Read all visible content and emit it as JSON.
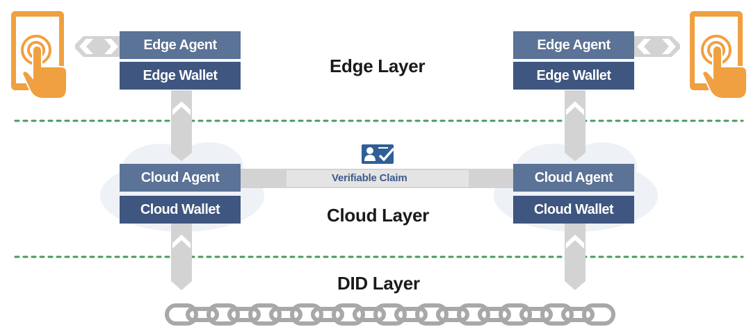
{
  "layers": {
    "edge": "Edge Layer",
    "cloud": "Cloud Layer",
    "did": "DID Layer"
  },
  "left_stack": {
    "edge_agent": "Edge Agent",
    "edge_wallet": "Edge Wallet",
    "cloud_agent": "Cloud Agent",
    "cloud_wallet": "Cloud Wallet"
  },
  "right_stack": {
    "edge_agent": "Edge Agent",
    "edge_wallet": "Edge Wallet",
    "cloud_agent": "Cloud Agent",
    "cloud_wallet": "Cloud Wallet"
  },
  "claim": {
    "label": "Verifiable Claim",
    "icon": "verifiable-claim-icon"
  },
  "devices": {
    "left_icon": "tablet-touch-icon",
    "right_icon": "tablet-touch-icon"
  },
  "colors": {
    "agent": "#5b7397",
    "wallet": "#3f5680",
    "device": "#f0a040",
    "connector": "#d3d3d3",
    "separator": "#4a9a5a",
    "cloud": "#eef1f5"
  }
}
